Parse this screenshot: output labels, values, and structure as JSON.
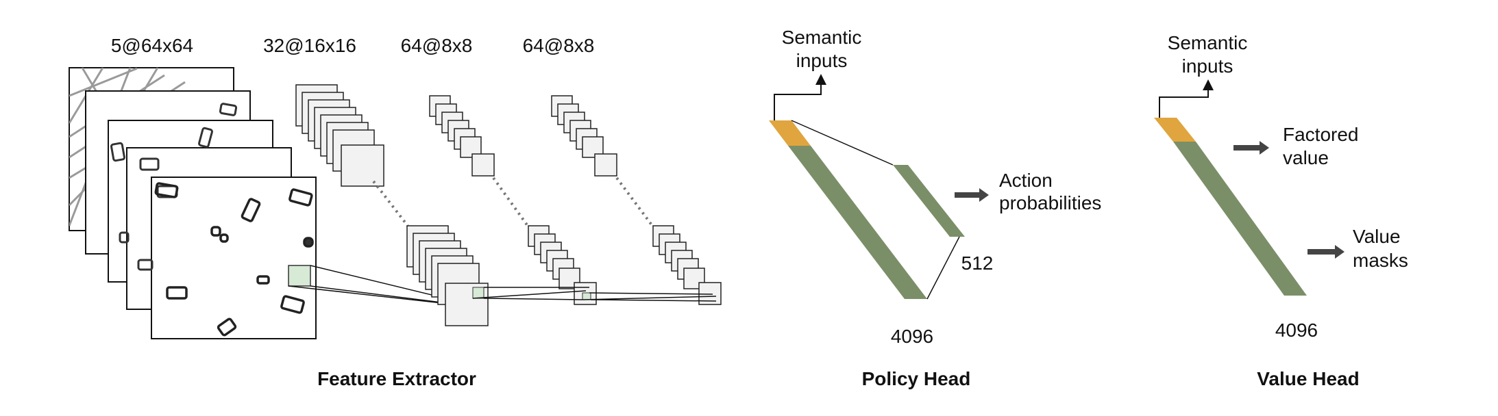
{
  "feature_extractor": {
    "title": "Feature Extractor",
    "layers": [
      {
        "label": "5@64x64"
      },
      {
        "label": "32@16x16"
      },
      {
        "label": "64@8x8"
      },
      {
        "label": "64@8x8"
      }
    ]
  },
  "policy_head": {
    "title": "Policy Head",
    "input_label_line1": "Semantic",
    "input_label_line2": "inputs",
    "trunk_size": "4096",
    "hidden_size": "512",
    "output_line1": "Action",
    "output_line2": "probabilities"
  },
  "value_head": {
    "title": "Value Head",
    "input_label_line1": "Semantic",
    "input_label_line2": "inputs",
    "trunk_size": "4096",
    "output1_line1": "Factored",
    "output1_line2": "value",
    "output2_line1": "Value",
    "output2_line2": "masks"
  },
  "colors": {
    "dense_layer": "#7a8f68",
    "semantic_input": "#e0a53e",
    "map_patch": "#d6ead6",
    "feature_map": "#f2f2f2",
    "arrow": "#444444"
  }
}
